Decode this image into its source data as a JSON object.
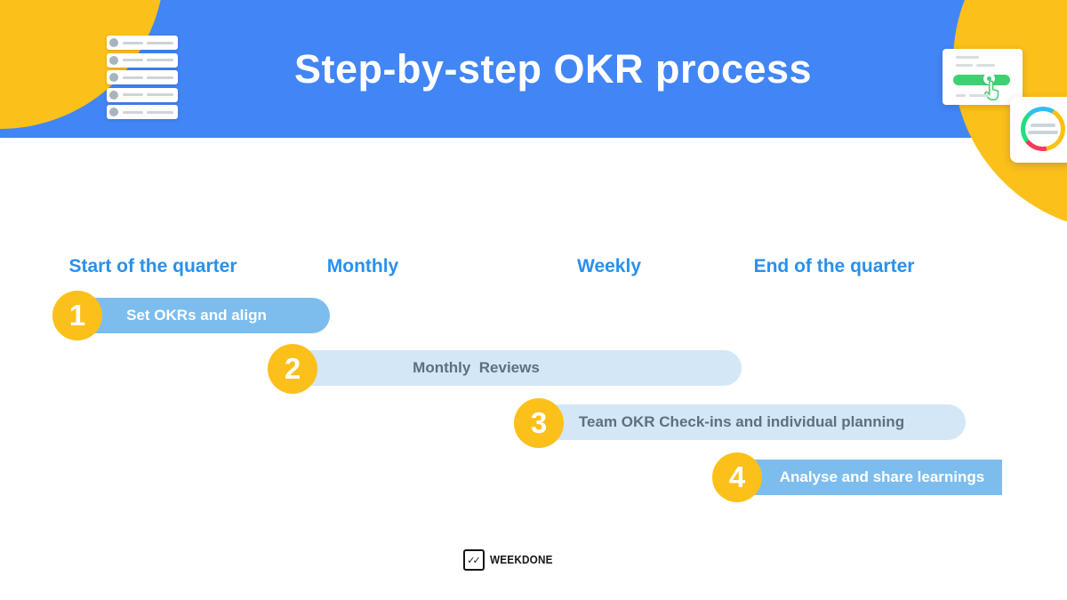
{
  "header": {
    "title": "Step-by-step OKR process"
  },
  "columns": [
    {
      "label": "Start of the quarter"
    },
    {
      "label": "Monthly"
    },
    {
      "label": "Weekly"
    },
    {
      "label": "End of the quarter"
    }
  ],
  "steps": [
    {
      "number": "1",
      "label": "Set OKRs and align",
      "style": "solid-blue"
    },
    {
      "number": "2",
      "label": "Monthly  Reviews",
      "style": "light-blue"
    },
    {
      "number": "3",
      "label": "Team OKR Check-ins and individual planning",
      "style": "light-blue"
    },
    {
      "number": "4",
      "label": "Analyse and share learnings",
      "style": "solid-blue"
    }
  ],
  "footer": {
    "brand": "WEEKDONE",
    "check_glyph": "✓✓"
  },
  "icons": {
    "top_left": "task-list-card-icon",
    "top_right_1": "toggle-slider-card-icon",
    "top_right_2": "donut-chart-card-icon",
    "cursor": "hand-pointer-icon",
    "logo": "double-check-icon"
  },
  "colors": {
    "header-blue": "#4285F5",
    "accent-yellow": "#FCC01A",
    "column-blue": "#2791F0",
    "bar-solid": "#7CBDEE",
    "bar-solid-text": "#FFFFFF",
    "bar-light": "#D3E7F7",
    "bar-light-text": "#5D7081",
    "slider-green": "#3DD173",
    "donut-blue": "#2FC0F2",
    "donut-yellow": "#FCC113",
    "donut-red": "#F8395C",
    "donut-green": "#25DC82",
    "icon-dot-gray": "#A7B4BD",
    "icon-line-gray": "#CDD4DA",
    "logo-black": "#161616"
  }
}
